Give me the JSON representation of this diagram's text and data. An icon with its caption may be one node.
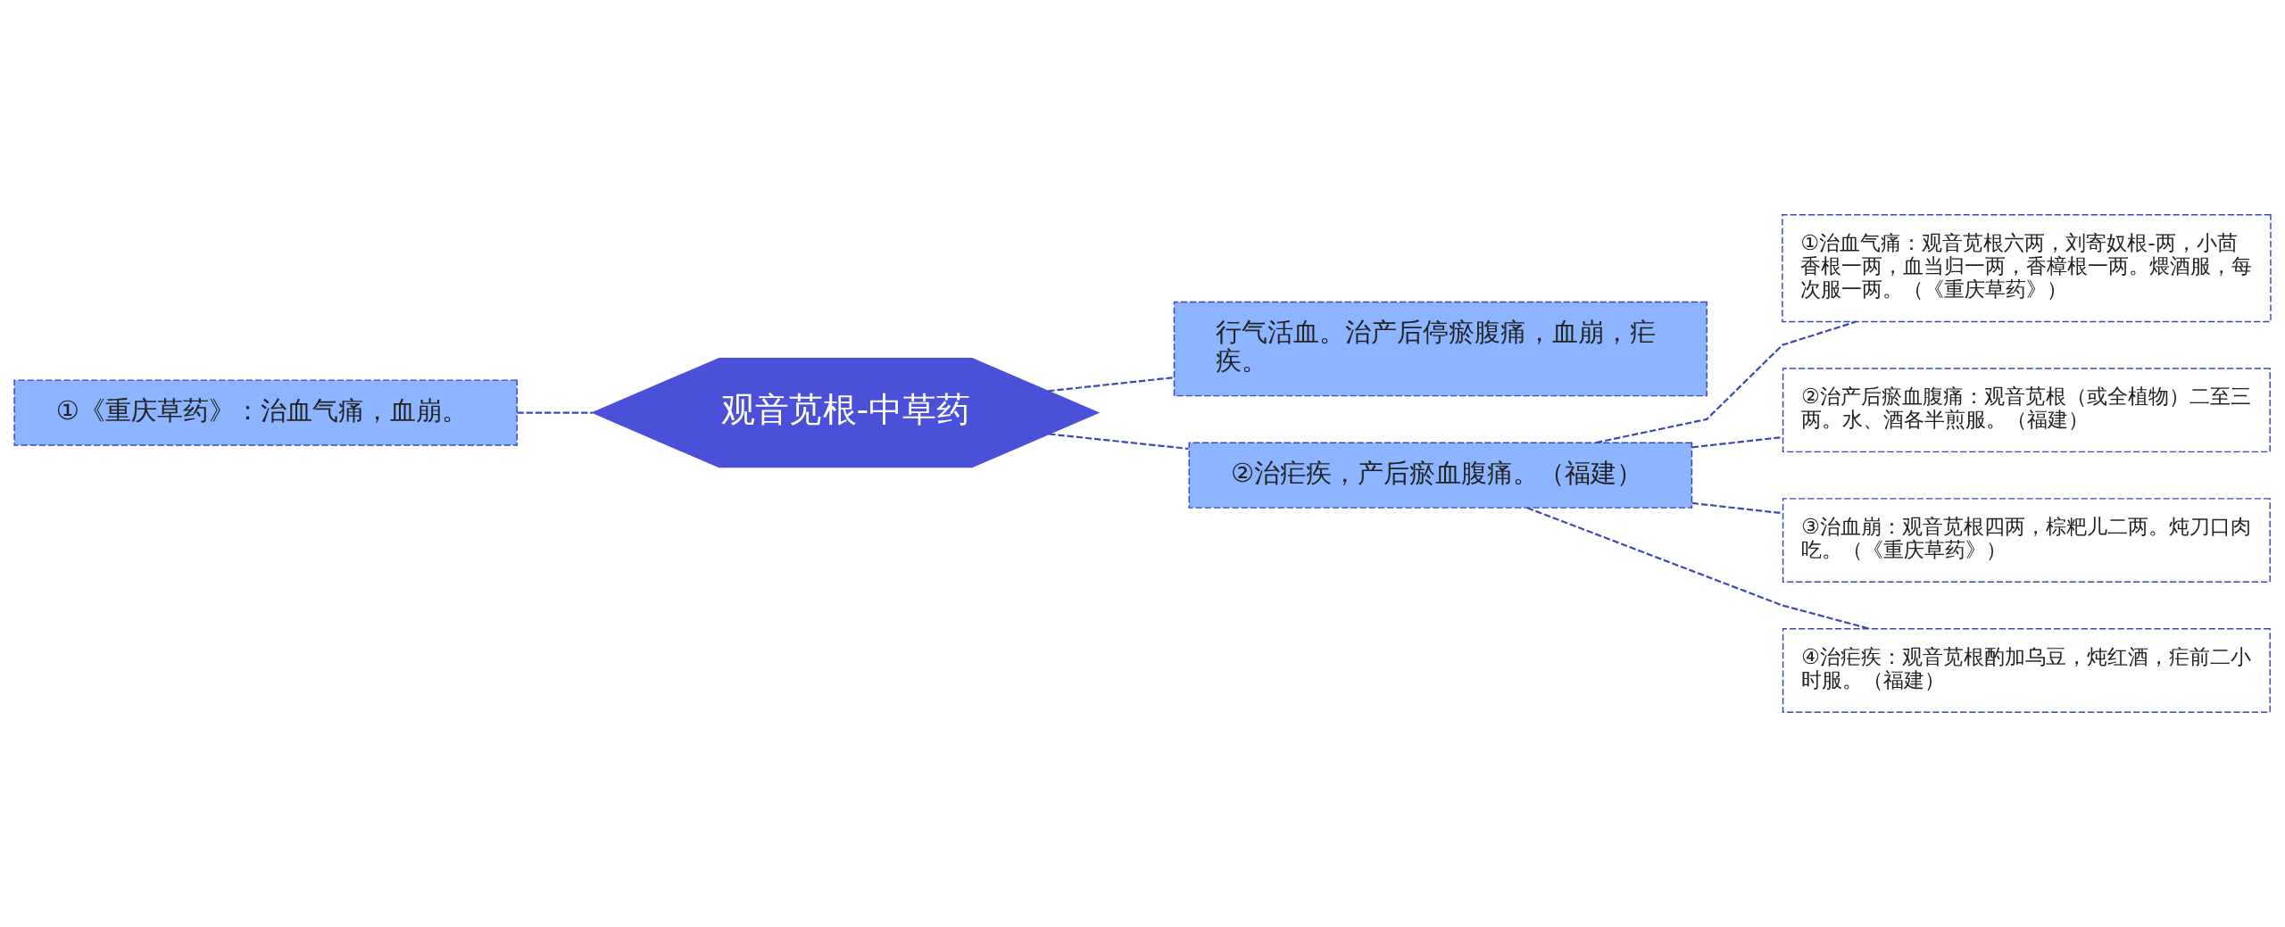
{
  "diagram": {
    "nodes": [
      {
        "text": [
          "观音苋根-中草药"
        ]
      },
      {
        "text": [
          "①《重庆草药》：治血气痛，血崩。"
        ]
      },
      {
        "text": [
          "行气活血。治产后停瘀腹痛，血崩，疟疾。"
        ]
      },
      {
        "text": [
          "②治疟疾，产后瘀血腹痛。（福建）"
        ]
      },
      {
        "text": [
          "①治血气痛：观音苋根六两，刘寄奴根-两，小茴香根一两，血当归一两，香樟根一两。煨酒服，每次服一两。（《重庆草药》）"
        ]
      },
      {
        "text": [
          "②治产后瘀血腹痛：观音苋根（或全植物）二至三两。水、酒各半煎服。（福建）"
        ]
      },
      {
        "text": [
          "③治血崩：观音苋根四两，棕粑儿二两。炖刀口肉吃。（《重庆草药》）"
        ]
      },
      {
        "text": [
          "④治疟疾：观音苋根酌加乌豆，炖红酒，疟前二小时服。（福建）"
        ]
      }
    ],
    "edges": [
      {
        "from": 0,
        "to": 1,
        "arrow": "none",
        "style": "dashed"
      },
      {
        "from": 0,
        "to": 2,
        "arrow": "none",
        "style": "dashed"
      },
      {
        "from": 0,
        "to": 3,
        "arrow": "none",
        "style": "dashed"
      },
      {
        "from": 3,
        "to": 4,
        "arrow": "none",
        "style": "dashed"
      },
      {
        "from": 3,
        "to": 5,
        "arrow": "none",
        "style": "dashed"
      },
      {
        "from": 3,
        "to": 6,
        "arrow": "none",
        "style": "dashed"
      },
      {
        "from": 3,
        "to": 7,
        "arrow": "none",
        "style": "dashed"
      }
    ]
  }
}
